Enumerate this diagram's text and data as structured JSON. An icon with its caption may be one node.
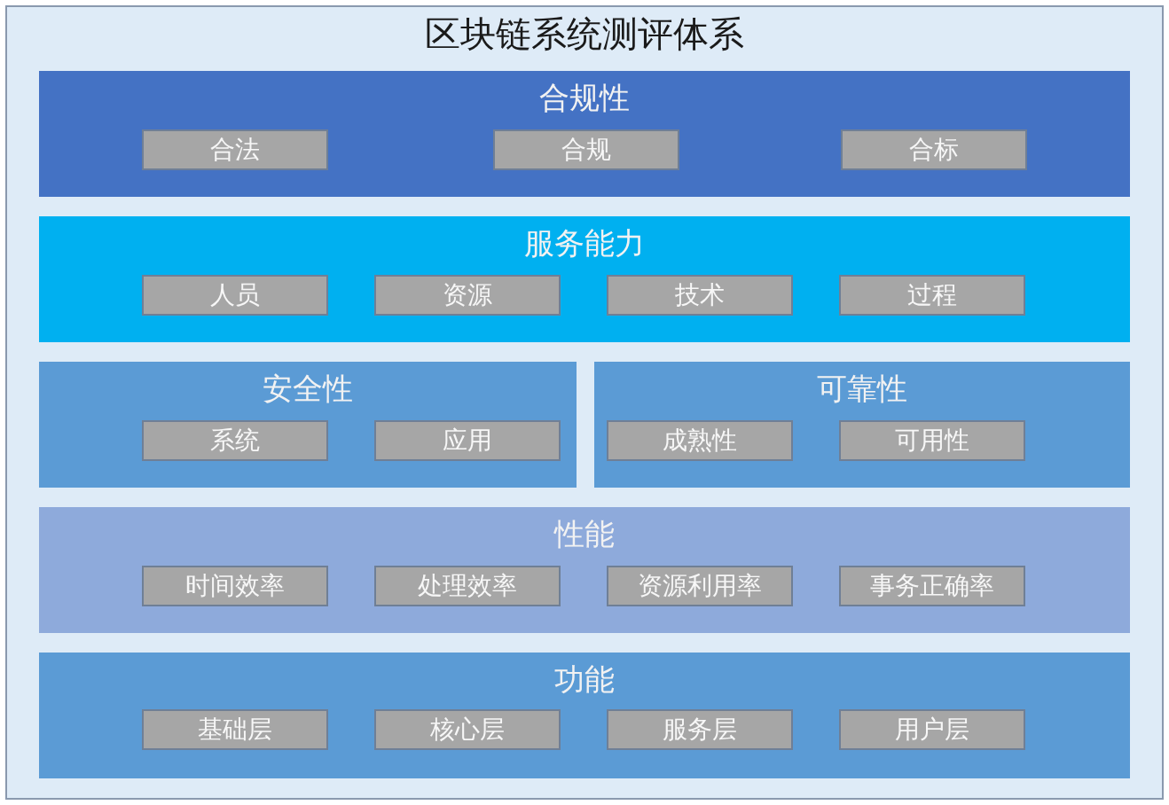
{
  "diagram": {
    "nodes": [
      {
        "text": [
          "区块链系统测评体系"
        ]
      },
      {
        "text": [
          "合规性"
        ],
        "in": 0
      },
      {
        "text": [
          "合法"
        ],
        "in": 1
      },
      {
        "text": [
          "合规"
        ],
        "in": 1
      },
      {
        "text": [
          "合标"
        ],
        "in": 1
      },
      {
        "text": [
          "服务能力"
        ],
        "in": 0
      },
      {
        "text": [
          "人员"
        ],
        "in": 5
      },
      {
        "text": [
          "资源"
        ],
        "in": 5
      },
      {
        "text": [
          "技术"
        ],
        "in": 5
      },
      {
        "text": [
          "过程"
        ],
        "in": 5
      },
      {
        "text": [
          "安全性"
        ],
        "in": 0
      },
      {
        "text": [
          "系统"
        ],
        "in": 10
      },
      {
        "text": [
          "应用"
        ],
        "in": 10
      },
      {
        "text": [
          "可靠性"
        ],
        "in": 0
      },
      {
        "text": [
          "成熟性"
        ],
        "in": 13
      },
      {
        "text": [
          "可用性"
        ],
        "in": 13
      },
      {
        "text": [
          "性能"
        ],
        "in": 0
      },
      {
        "text": [
          "时间效率"
        ],
        "in": 16
      },
      {
        "text": [
          "处理效率"
        ],
        "in": 16
      },
      {
        "text": [
          "资源利用率"
        ],
        "in": 16
      },
      {
        "text": [
          "事务正确率"
        ],
        "in": 16
      },
      {
        "text": [
          "功能"
        ],
        "in": 0
      },
      {
        "text": [
          "基础层"
        ],
        "in": 21
      },
      {
        "text": [
          "核心层"
        ],
        "in": 21
      },
      {
        "text": [
          "服务层"
        ],
        "in": 21
      },
      {
        "text": [
          "用户层"
        ],
        "in": 21
      }
    ]
  }
}
